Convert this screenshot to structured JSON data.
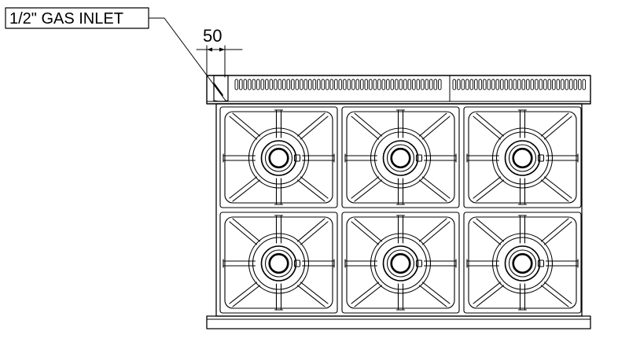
{
  "callout": {
    "label": "1/2\" GAS INLET"
  },
  "dimension": {
    "value": "50"
  },
  "cooktop": {
    "burner_rows": 2,
    "burner_columns": 3,
    "burner_count": 6
  },
  "colors": {
    "line": "#000000",
    "background": "#ffffff"
  }
}
